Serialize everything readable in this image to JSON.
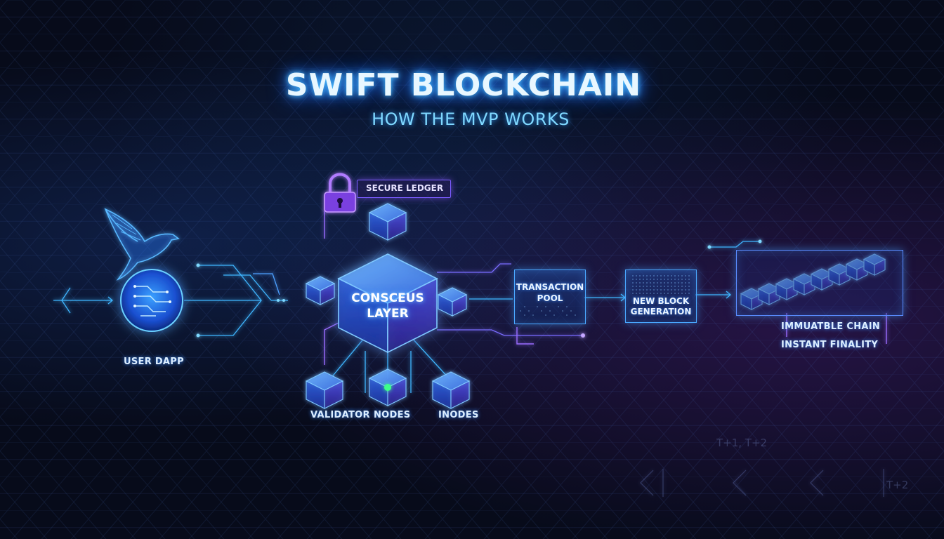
{
  "header": {
    "title": "SWIFT BLOCKCHAIN",
    "subtitle": "HOW THE MVP WORKS"
  },
  "nodes": {
    "user_dapp": "USER DAPP",
    "secure_ledger": "SECURE LEDGER",
    "consensus_line1": "CONSCEUS",
    "consensus_line2": "LAYER",
    "validator": "VALIDATOR",
    "nodes_a": "NODES",
    "nodes_b": "INODES",
    "tx_pool_line1": "TRANSACTION",
    "tx_pool_line2": "POOL",
    "new_block_line1": "NEW BLOCK",
    "new_block_line2": "GENERATION",
    "immutable_chain": "IMMUATBLE CHAIN",
    "instant_finality": "INSTANT FINALITY"
  },
  "annotations": {
    "faint_formula_1": "T+1, T+2",
    "faint_formula_2": "T+2"
  },
  "icons": [
    "bird-icon",
    "chip-orb-icon",
    "lock-icon",
    "cube-icon",
    "chain-icon"
  ],
  "colors": {
    "background": "#070b1a",
    "cyan_glow": "#4fc3ff",
    "blue_glow": "#2a7bff",
    "purple_accent": "#8a5cff",
    "green_node": "#3dff8a"
  }
}
